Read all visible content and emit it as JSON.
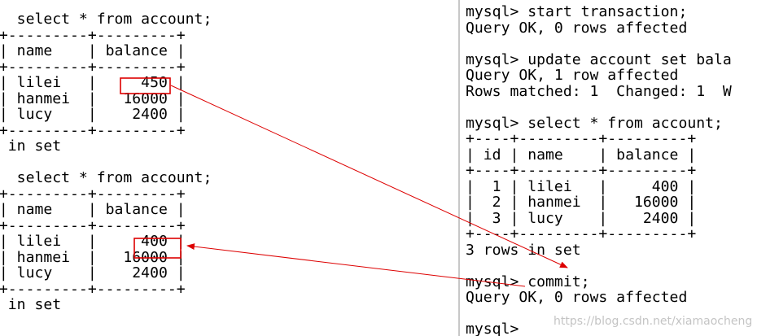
{
  "left_terminal": {
    "lines": [
      "   select * from account;",
      "-+---------+---------+",
      " | name    | balance |",
      "-+---------+---------+",
      " | lilei   |     450 |",
      " | hanmei  |   16000 |",
      " | lucy    |    2400 |",
      "-+---------+---------+",
      "  in set",
      "",
      "   select * from account;",
      "-+---------+---------+",
      " | name    | balance |",
      "-+---------+---------+",
      " | lilei   |     400 |",
      " | hanmei  |   16000 |",
      " | lucy    |    2400 |",
      "-+---------+---------+",
      "  in set"
    ]
  },
  "right_terminal": {
    "lines": [
      "mysql> start transaction;",
      "Query OK, 0 rows affected",
      "",
      "mysql> update account set bala",
      "Query OK, 1 row affected",
      "Rows matched: 1  Changed: 1  W",
      "",
      "mysql> select * from account;",
      "+----+---------+---------+",
      "| id | name    | balance |",
      "+----+---------+---------+",
      "|  1 | lilei   |     400 |",
      "|  2 | hanmei  |   16000 |",
      "|  3 | lucy    |    2400 |",
      "+----+---------+---------+",
      "3 rows in set",
      "",
      "mysql> commit;",
      "Query OK, 0 rows affected",
      "",
      "mysql>"
    ]
  },
  "watermark": "https://blog.csdn.net/xiamaocheng",
  "colors": {
    "annotation": "#dd0000",
    "text": "#000000",
    "watermark": "#c4c4c4"
  }
}
